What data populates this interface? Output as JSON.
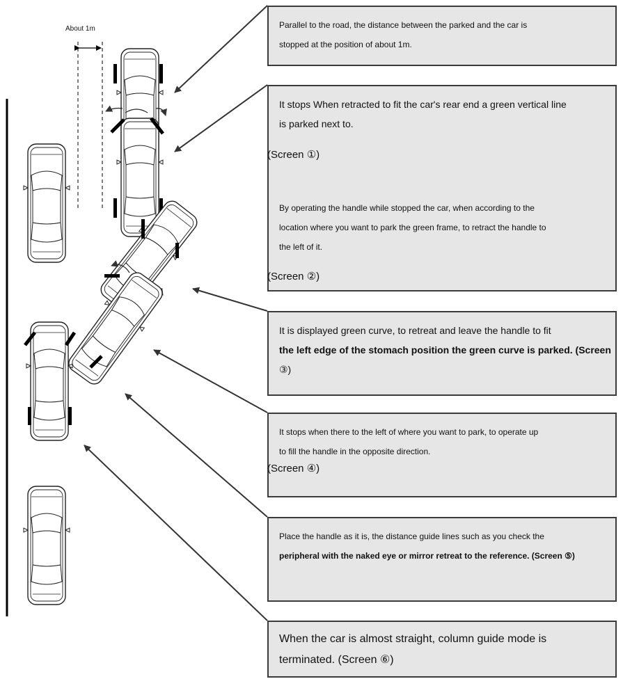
{
  "distance_label": "About 1m",
  "steps": [
    {
      "id": "step1",
      "lines": [
        "Parallel to the road, the distance between the parked and the car is",
        "stopped at the position of about 1m."
      ]
    },
    {
      "id": "step2",
      "lines": [
        "It stops When retracted to fit the car's rear end a green vertical line",
        "is parked next to."
      ],
      "screen1": "(Screen ①)",
      "lines_b": [
        "By operating the handle while stopped the car, when according to the",
        "location where you want to park the green frame, to retract the handle to",
        "the left of it."
      ],
      "screen2": "(Screen ②)"
    },
    {
      "id": "step3",
      "lines": [
        "It is displayed green curve, to retreat and leave the handle to fit",
        "the left edge of the stomach position the green curve is parked. (Screen",
        "③)"
      ]
    },
    {
      "id": "step4",
      "lines": [
        "It stops when there to the left of where you want to park, to operate up",
        "to fill the handle in the opposite direction."
      ],
      "screen": "(Screen ④)"
    },
    {
      "id": "step5",
      "lines": [
        "Place the handle as it is, the distance guide lines such as you check the",
        "peripheral with the naked eye or mirror retreat to the reference. (Screen ⑤)"
      ]
    },
    {
      "id": "step6",
      "lines": [
        "When the car is almost straight, column guide mode is",
        "terminated. (Screen ⑥)"
      ]
    }
  ],
  "colors": {
    "box_fill": "#e6e6e6",
    "box_border": "#3a3a3a",
    "line": "#333333",
    "marker": "#000000"
  }
}
